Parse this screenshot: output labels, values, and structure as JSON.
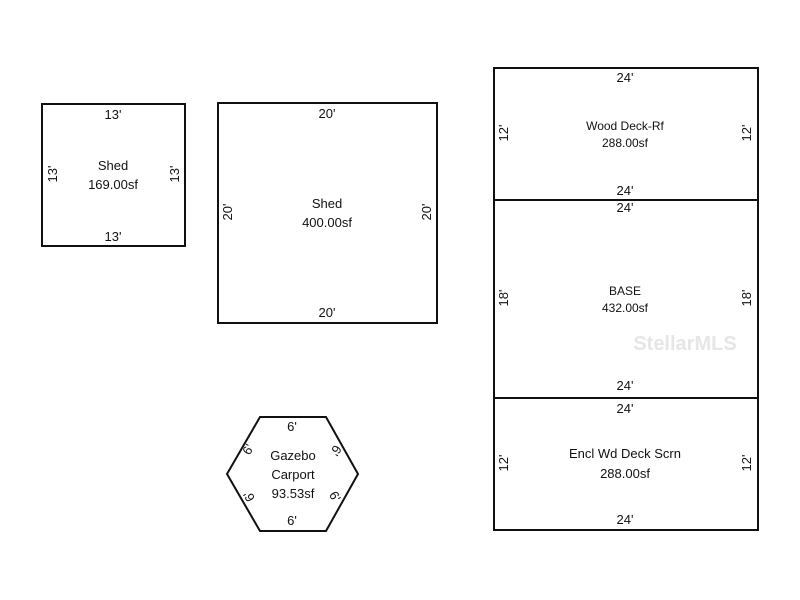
{
  "watermark": "StellarMLS",
  "rooms": {
    "shed_small": {
      "name": "Shed",
      "area": "169.00sf",
      "top": "13'",
      "bottom": "13'",
      "left": "13'",
      "right": "13'"
    },
    "shed_large": {
      "name": "Shed",
      "area": "400.00sf",
      "top": "20'",
      "bottom": "20'",
      "left": "20'",
      "right": "20'"
    },
    "wood_deck": {
      "name": "Wood Deck-Rf",
      "area": "288.00sf",
      "top": "24'",
      "bottom": "24'",
      "left": "12'",
      "right": "12'"
    },
    "base": {
      "name": "BASE",
      "area": "432.00sf",
      "top": "24'",
      "bottom": "24'",
      "left": "18'",
      "right": "18'"
    },
    "encl_deck": {
      "name": "Encl Wd Deck Scrn",
      "area": "288.00sf",
      "top": "24'",
      "bottom": "24'",
      "left": "12'",
      "right": "12'"
    },
    "gazebo": {
      "name_line1": "Gazebo",
      "name_line2": "Carport",
      "area": "93.53sf",
      "top": "6'",
      "bottom": "6'",
      "upper_left": "6'",
      "upper_right": "6'",
      "lower_left": "6'",
      "lower_right": "6'"
    }
  }
}
